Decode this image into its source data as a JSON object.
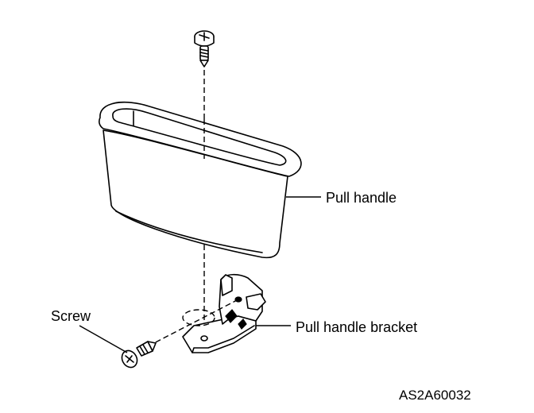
{
  "labels": {
    "pull_handle": "Pull handle",
    "screw": "Screw",
    "pull_handle_bracket": "Pull handle bracket"
  },
  "figure_code": "AS2A60032",
  "colors": {
    "ink": "#000000",
    "background": "#ffffff"
  }
}
